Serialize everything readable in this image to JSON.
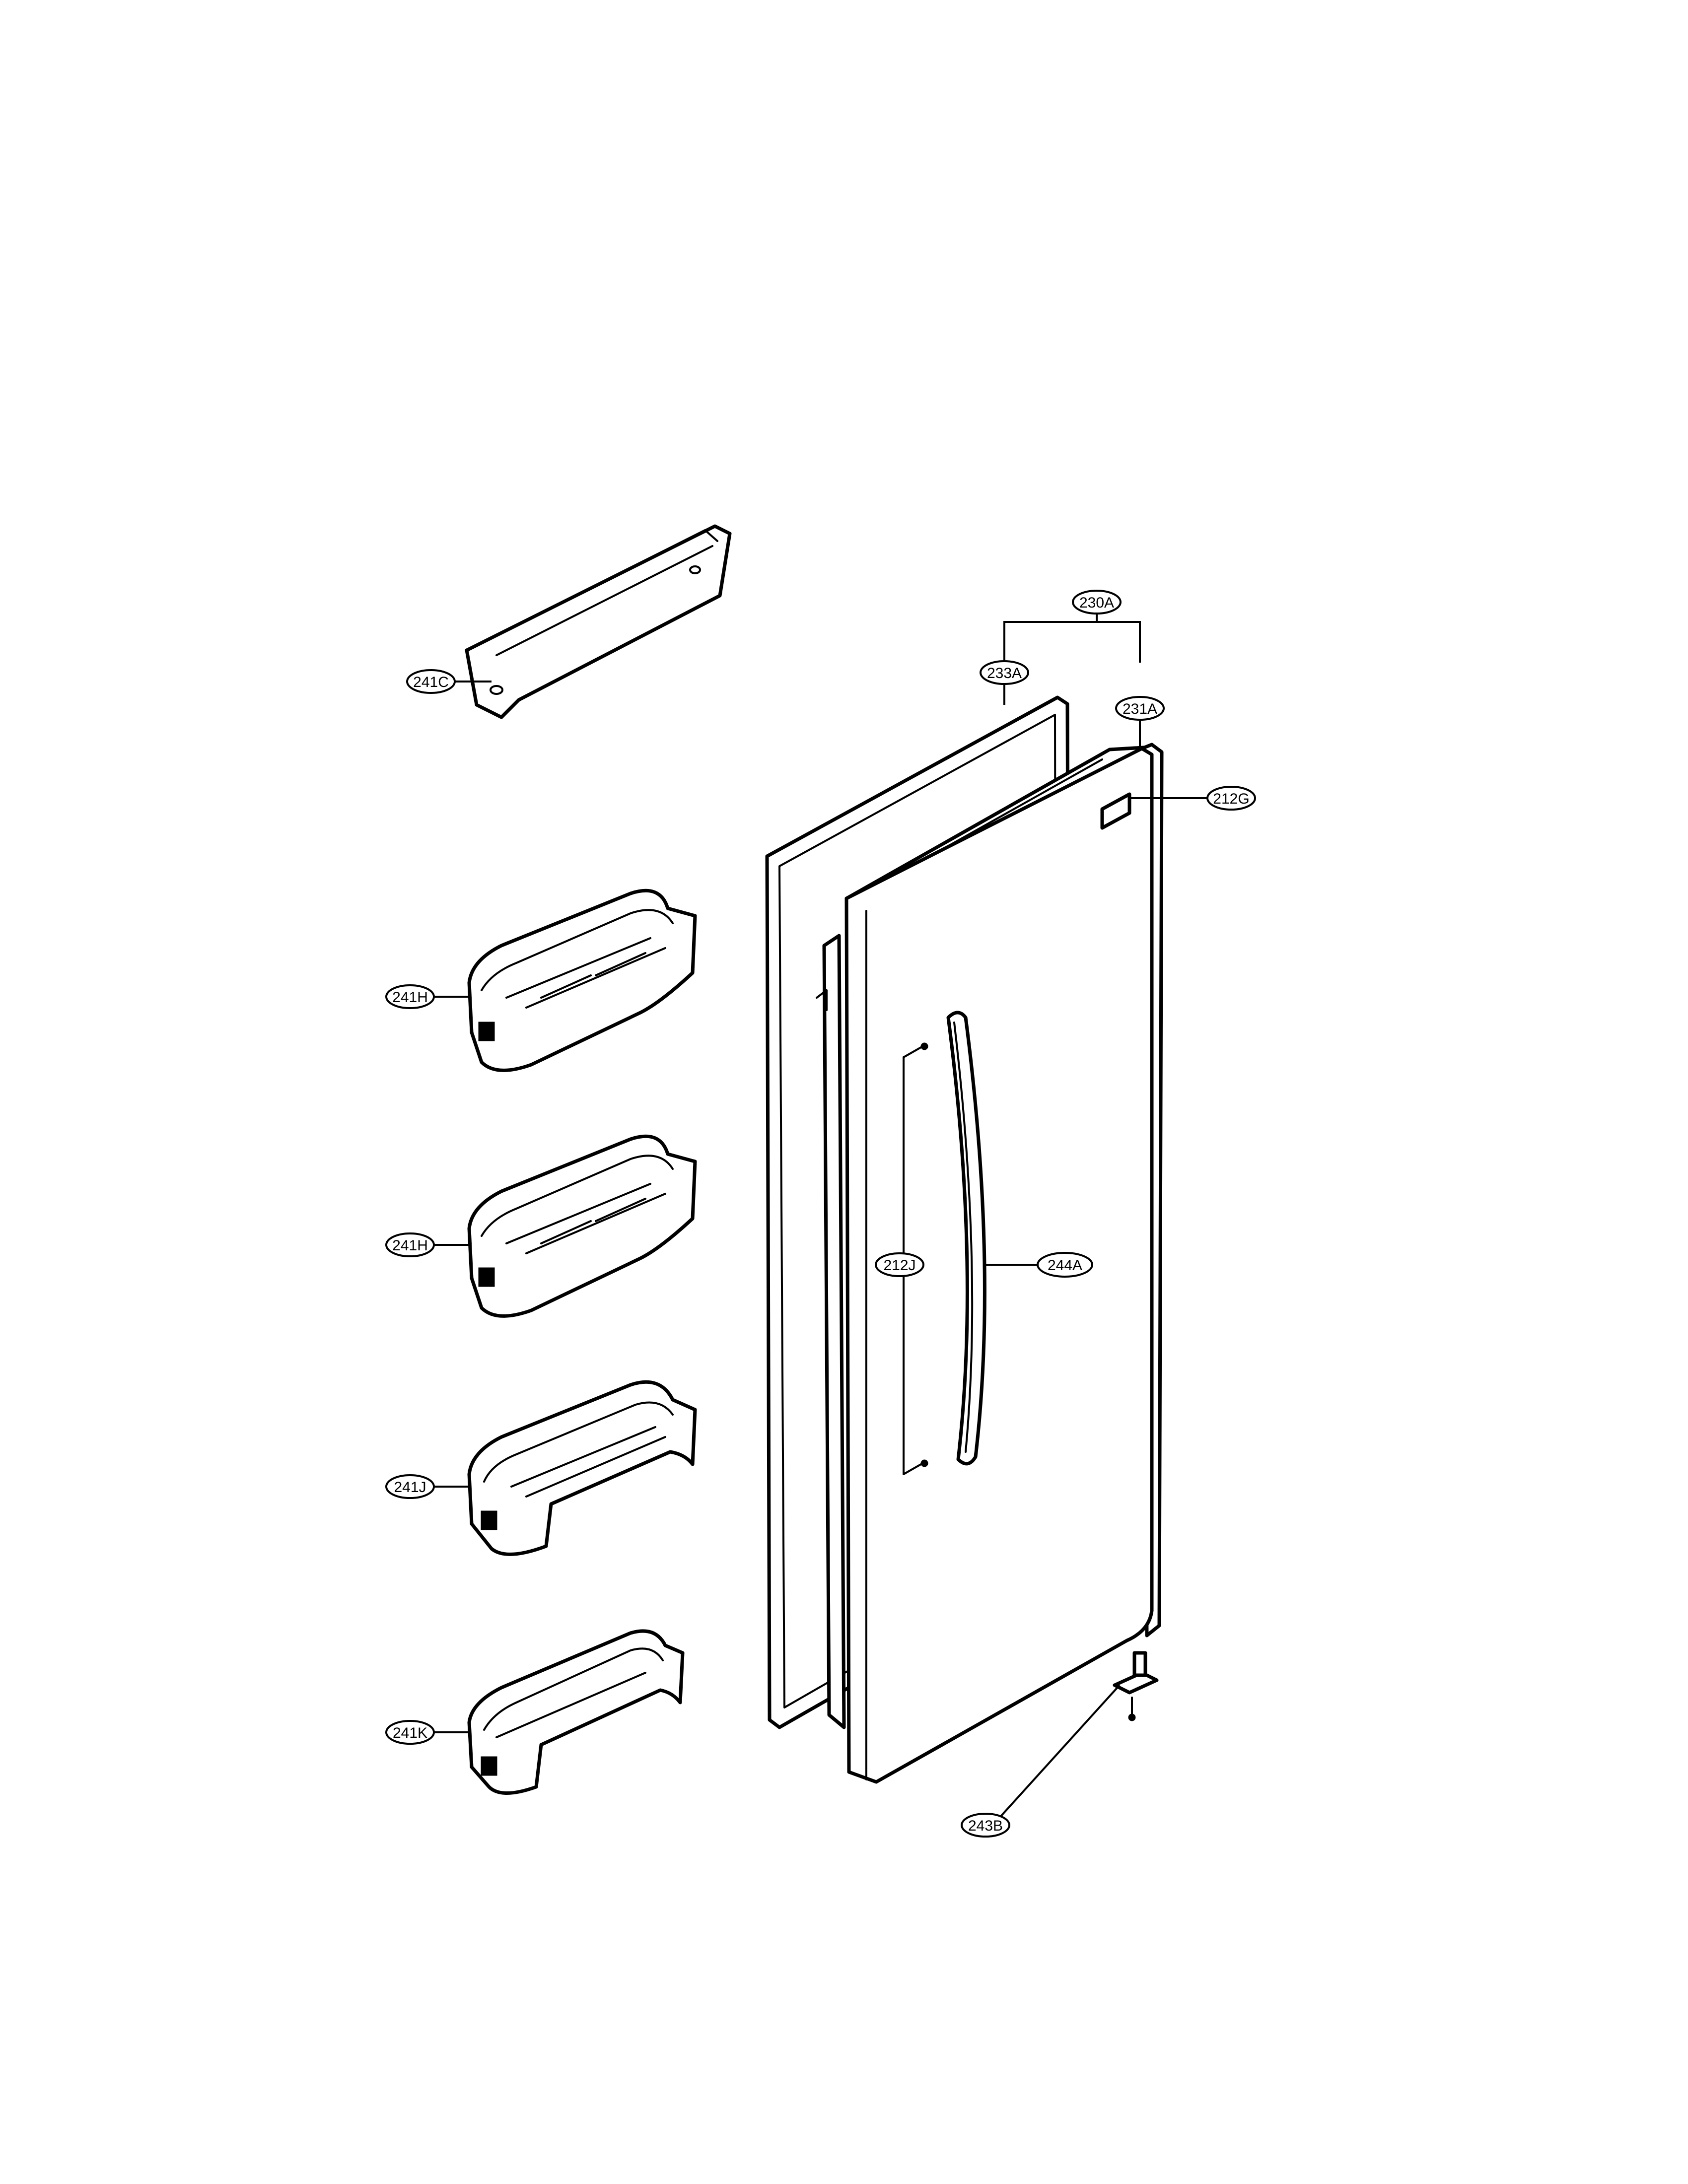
{
  "callouts": {
    "c241C": "241C",
    "c241H_top": "241H",
    "c241H_bottom": "241H",
    "c241J": "241J",
    "c241K": "241K",
    "c230A": "230A",
    "c233A": "233A",
    "c231A": "231A",
    "c212G": "212G",
    "c212J": "212J",
    "c244A": "244A",
    "c243B": "243B"
  }
}
